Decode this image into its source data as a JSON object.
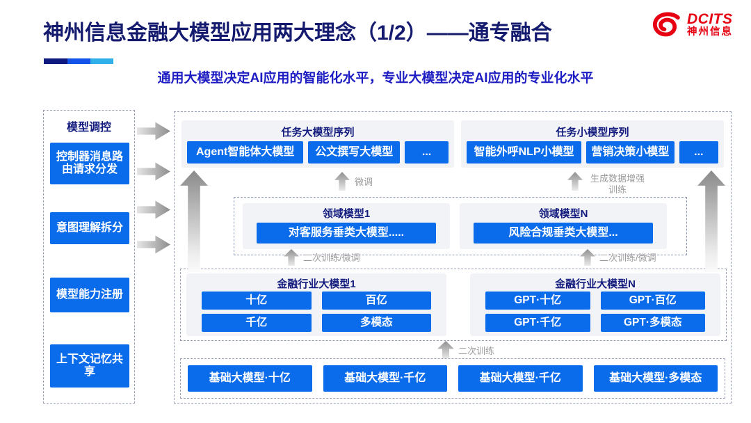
{
  "header": {
    "title": "神州信息金融大模型应用两大理念（1/2）——通专融合",
    "subtitle": "通用大模型决定AI应用的智能化水平，专业大模型决定AI应用的专业化水平",
    "logo": {
      "brand": "DCITS",
      "brand_cn": "神州信息"
    }
  },
  "colors": {
    "chip_blue": "#0B6CEB",
    "navy_text": "#131C7E",
    "subtitle_blue": "#1D1DC3",
    "logo_red": "#E60012",
    "accent_segments": [
      "#101A7E",
      "#1353E8",
      "#2FB0E8"
    ]
  },
  "sidebar": {
    "title": "模型调控",
    "items": [
      {
        "label": "控制器消息路由请求分发"
      },
      {
        "label": "意图理解拆分"
      },
      {
        "label": "模型能力注册"
      },
      {
        "label": "上下文记忆共享"
      }
    ]
  },
  "diagram": {
    "task_large": {
      "title": "任务大模型序列",
      "items": [
        "Agent智能体大模型",
        "公文撰写大模型",
        "..."
      ]
    },
    "task_small": {
      "title": "任务小模型序列",
      "items": [
        "智能外呼NLP小模型",
        "营销决策小模型",
        "..."
      ]
    },
    "domain_left": {
      "title": "领域模型1",
      "item": "对客服务垂类大模型....."
    },
    "domain_right": {
      "title": "领域模型N",
      "item": "风险合规垂类大模型..."
    },
    "industry_left": {
      "title": "金融行业大模型1",
      "items": [
        "十亿",
        "百亿",
        "千亿",
        "多模态"
      ]
    },
    "industry_right": {
      "title": "金融行业大模型N",
      "items": [
        "GPT·十亿",
        "GPT·百亿",
        "GPT·千亿",
        "GPT·多模态"
      ]
    },
    "base_models": [
      "基础大模型·十亿",
      "基础大模型·千亿",
      "基础大模型·千亿",
      "基础大模型·多模态"
    ],
    "labels": {
      "fine_tune": "微调",
      "gen_data_training": "生成数据增强训练",
      "retrain_finetune_left": "二次训练/微调",
      "retrain_finetune_right": "二次训练/微调",
      "retrain": "二次训练"
    }
  }
}
